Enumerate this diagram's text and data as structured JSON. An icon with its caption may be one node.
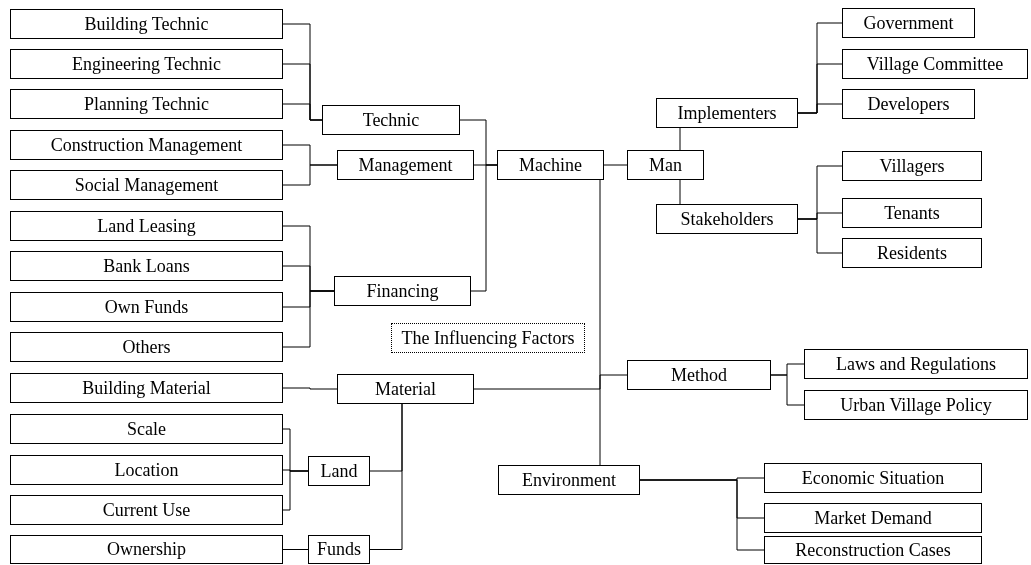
{
  "diagram": {
    "nodes": [
      {
        "text": [
          "Building Technic"
        ]
      },
      {
        "text": [
          "Engineering Technic"
        ]
      },
      {
        "text": [
          "Planning Technic"
        ]
      },
      {
        "text": [
          "Technic"
        ]
      },
      {
        "text": [
          "Construction Management"
        ]
      },
      {
        "text": [
          "Social Management"
        ]
      },
      {
        "text": [
          "Management"
        ]
      },
      {
        "text": [
          "Land Leasing"
        ]
      },
      {
        "text": [
          "Bank Loans"
        ]
      },
      {
        "text": [
          "Own Funds"
        ]
      },
      {
        "text": [
          "Others"
        ]
      },
      {
        "text": [
          "Financing"
        ]
      },
      {
        "text": [
          "The Influencing Factors"
        ]
      },
      {
        "text": [
          "Machine"
        ]
      },
      {
        "text": [
          "Man"
        ]
      },
      {
        "text": [
          "Implementers"
        ]
      },
      {
        "text": [
          "Government"
        ]
      },
      {
        "text": [
          "Village Committee"
        ]
      },
      {
        "text": [
          "Developers"
        ]
      },
      {
        "text": [
          "Stakeholders"
        ]
      },
      {
        "text": [
          "Villagers"
        ]
      },
      {
        "text": [
          "Tenants"
        ]
      },
      {
        "text": [
          "Residents"
        ]
      },
      {
        "text": [
          "Building Material"
        ]
      },
      {
        "text": [
          "Material"
        ]
      },
      {
        "text": [
          "Method"
        ]
      },
      {
        "text": [
          "Laws and Regulations"
        ]
      },
      {
        "text": [
          "Urban Village Policy"
        ]
      },
      {
        "text": [
          "Scale"
        ]
      },
      {
        "text": [
          "Location"
        ]
      },
      {
        "text": [
          "Current Use"
        ]
      },
      {
        "text": [
          "Land"
        ]
      },
      {
        "text": [
          "Ownership"
        ]
      },
      {
        "text": [
          "Funds"
        ]
      },
      {
        "text": [
          "Environment"
        ]
      },
      {
        "text": [
          "Economic Situation"
        ]
      },
      {
        "text": [
          "Market Demand"
        ]
      },
      {
        "text": [
          "Reconstruction Cases"
        ]
      }
    ],
    "edges": [
      {
        "from": 0,
        "to": 3,
        "arrow": "none"
      },
      {
        "from": 1,
        "to": 3,
        "arrow": "none"
      },
      {
        "from": 2,
        "to": 3,
        "arrow": "none"
      },
      {
        "from": 3,
        "to": 13,
        "arrow": "none"
      },
      {
        "from": 4,
        "to": 6,
        "arrow": "none"
      },
      {
        "from": 5,
        "to": 6,
        "arrow": "none"
      },
      {
        "from": 6,
        "to": 13,
        "arrow": "none"
      },
      {
        "from": 7,
        "to": 11,
        "arrow": "none"
      },
      {
        "from": 8,
        "to": 11,
        "arrow": "none"
      },
      {
        "from": 9,
        "to": 11,
        "arrow": "none"
      },
      {
        "from": 10,
        "to": 11,
        "arrow": "none"
      },
      {
        "from": 11,
        "to": 13,
        "arrow": "none"
      },
      {
        "from": 13,
        "to": 14,
        "arrow": "none"
      },
      {
        "from": 14,
        "to": 15,
        "arrow": "none"
      },
      {
        "from": 14,
        "to": 19,
        "arrow": "none"
      },
      {
        "from": 15,
        "to": 16,
        "arrow": "none"
      },
      {
        "from": 15,
        "to": 17,
        "arrow": "none"
      },
      {
        "from": 15,
        "to": 18,
        "arrow": "none"
      },
      {
        "from": 19,
        "to": 20,
        "arrow": "none"
      },
      {
        "from": 19,
        "to": 21,
        "arrow": "none"
      },
      {
        "from": 19,
        "to": 22,
        "arrow": "none"
      },
      {
        "from": 13,
        "to": 34,
        "arrow": "none"
      },
      {
        "from": 23,
        "to": 24,
        "arrow": "none"
      },
      {
        "from": 24,
        "to": 25,
        "arrow": "none"
      },
      {
        "from": 25,
        "to": 26,
        "arrow": "none"
      },
      {
        "from": 25,
        "to": 27,
        "arrow": "none"
      },
      {
        "from": 28,
        "to": 31,
        "arrow": "none"
      },
      {
        "from": 29,
        "to": 31,
        "arrow": "none"
      },
      {
        "from": 30,
        "to": 31,
        "arrow": "none"
      },
      {
        "from": 24,
        "to": 31,
        "arrow": "none"
      },
      {
        "from": 32,
        "to": 33,
        "arrow": "none"
      },
      {
        "from": 24,
        "to": 33,
        "arrow": "none"
      },
      {
        "from": 34,
        "to": 35,
        "arrow": "none"
      },
      {
        "from": 34,
        "to": 36,
        "arrow": "none"
      },
      {
        "from": 34,
        "to": 37,
        "arrow": "none"
      }
    ]
  }
}
